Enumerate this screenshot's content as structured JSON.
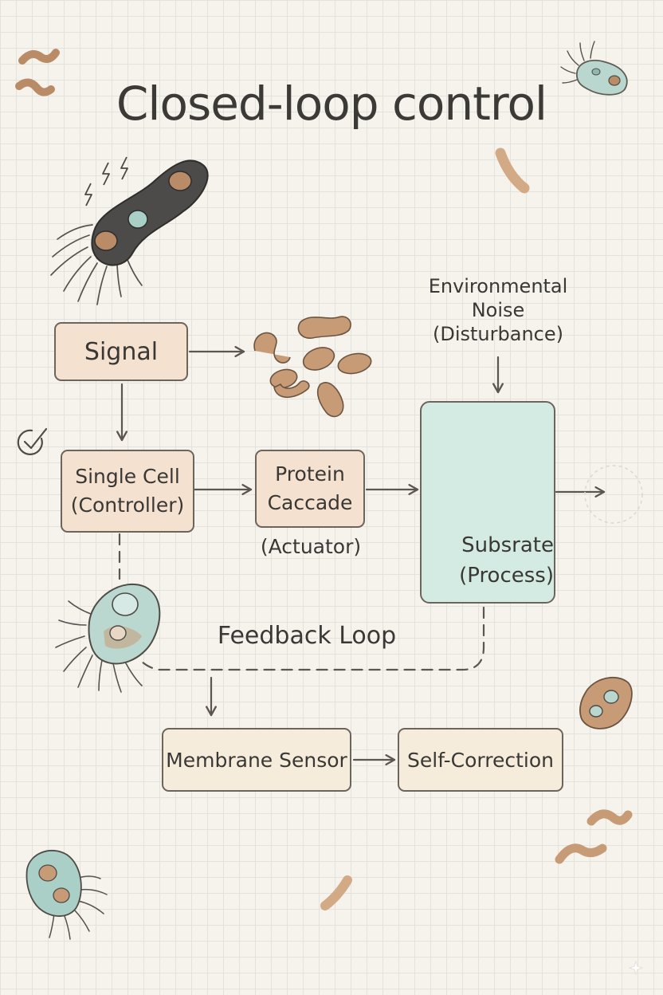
{
  "title": "Closed-loop control",
  "nodes": {
    "signal": "Signal",
    "controller_line1": "Single Cell",
    "controller_line2": "(Controller)",
    "actuator_line1": "Protein",
    "actuator_line2": "Caccade",
    "actuator_caption": "(Actuator)",
    "process_line1": "Subsrate",
    "process_line2": "(Process)",
    "sensor": "Membrane Sensor",
    "correction": "Self-Correction"
  },
  "disturbance": {
    "line1": "Environmental",
    "line2": "Noise",
    "line3": "(Disturbance)"
  },
  "feedback_label": "Feedback Loop",
  "colors": {
    "box_peach": "#f4e1cf",
    "box_cream": "#f6ecdb",
    "box_mint": "#d4ebe3",
    "outline": "#6c655d",
    "microbe_brown": "#b98b66",
    "microbe_teal": "#a9cfc6",
    "microbe_dark": "#4a4846"
  },
  "icons": [
    "check-circle-icon",
    "lightning-icon",
    "bacterium-icon",
    "microbe-icon",
    "cell-icon"
  ]
}
